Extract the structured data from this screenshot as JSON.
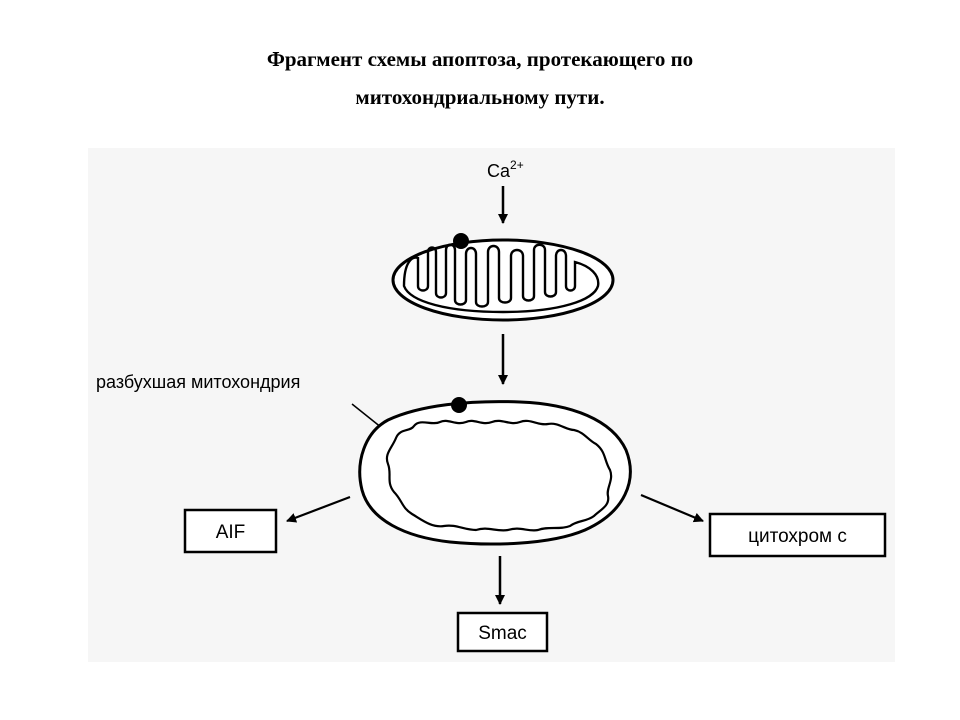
{
  "title": {
    "line1": "Фрагмент схемы апоптоза, протекающего по",
    "line2": "митохондриальному пути."
  },
  "diagram": {
    "calcium": {
      "base": "Ca",
      "superscript": "2+"
    },
    "swollen_label": "разбухшая митохондрия",
    "outputs": {
      "aif": "AIF",
      "cytochrome": "цитохром с",
      "smac": "Smac"
    }
  }
}
